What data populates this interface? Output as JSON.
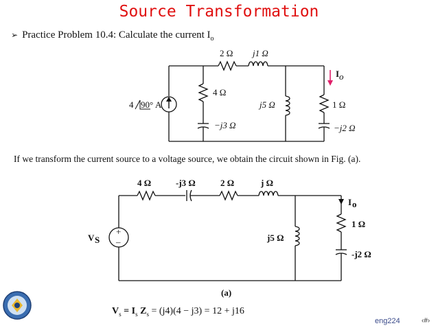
{
  "slide": {
    "title": "Source Transformation",
    "bullet_text": "Practice Problem 10.4: Calculate the current I",
    "bullet_sub": "o",
    "body_text": "If we transform the current source to a voltage source, we obtain the circuit shown in Fig. (a).",
    "equation": "V",
    "equation_rest": "= I",
    "equation_rest2": "Z",
    "equation_tail": "= (j4)(4 − j3) = 12 + j16",
    "footer_course": "eng224",
    "footer_page": "‹#›"
  },
  "circuit_top": {
    "r_series": "2 Ω",
    "l_series": "j1 Ω",
    "r_shunt": "4 Ω",
    "c_shunt": "−j3 Ω",
    "source": "4",
    "source_angle": "90°",
    "source_unit": "A",
    "l_mid": "j5 Ω",
    "r_out": "1 Ω",
    "c_out": "−j2 Ω",
    "current": "I",
    "current_sub": "o"
  },
  "circuit_bottom": {
    "r1": "4 Ω",
    "c1": "-j3 Ω",
    "r2": "2 Ω",
    "l1": "j Ω",
    "vs": "V",
    "vs_sub": "S",
    "plus": "+",
    "minus": "–",
    "l_mid": "j5 Ω",
    "r_out": "1 Ω",
    "c_out": "-j2 Ω",
    "current": "I",
    "current_sub": "o",
    "caption": "(a)"
  },
  "colors": {
    "title": "#e01010",
    "footer": "#3a4a8a",
    "current_arrow": "#e0206a"
  }
}
